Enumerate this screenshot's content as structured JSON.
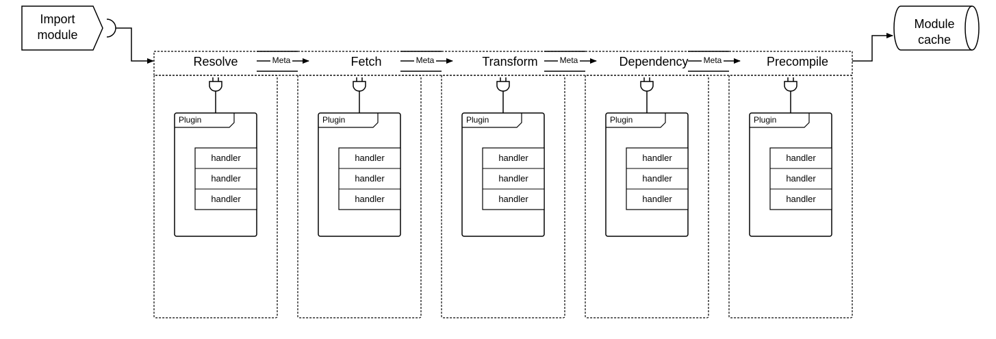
{
  "input": {
    "label_line1": "Import",
    "label_line2": "module"
  },
  "output": {
    "label_line1": "Module",
    "label_line2": "cache"
  },
  "connector_label": "Meta",
  "stages": [
    {
      "name": "Resolve",
      "plugin_label": "Plugin",
      "handlers": [
        "handler",
        "handler",
        "handler"
      ]
    },
    {
      "name": "Fetch",
      "plugin_label": "Plugin",
      "handlers": [
        "handler",
        "handler",
        "handler"
      ]
    },
    {
      "name": "Transform",
      "plugin_label": "Plugin",
      "handlers": [
        "handler",
        "handler",
        "handler"
      ]
    },
    {
      "name": "Dependency",
      "plugin_label": "Plugin",
      "handlers": [
        "handler",
        "handler",
        "handler"
      ]
    },
    {
      "name": "Precompile",
      "plugin_label": "Plugin",
      "handlers": [
        "handler",
        "handler",
        "handler"
      ]
    }
  ],
  "colors": {
    "stroke": "#000000",
    "background": "#ffffff"
  }
}
